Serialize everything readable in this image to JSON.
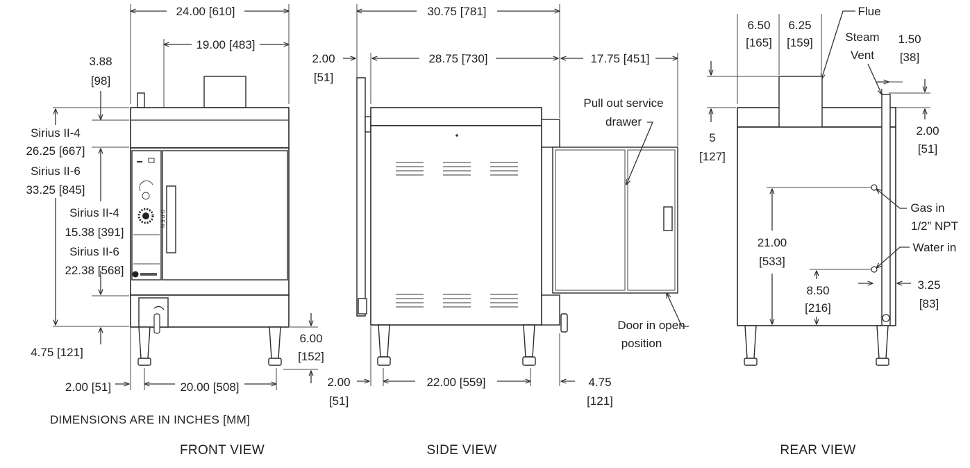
{
  "views": {
    "front": "FRONT VIEW",
    "side": "SIDE VIEW",
    "rear": "REAR VIEW"
  },
  "note": "DIMENSIONS ARE IN INCHES [MM]",
  "front": {
    "width_overall": "24.00 [610]",
    "width_upper": "19.00 [483]",
    "top_offset_a": "3.88",
    "top_offset_b": "[98]",
    "s4_height_label": "Sirius II-4",
    "s4_height_value": "26.25 [667]",
    "s6_height_label": "Sirius II-6",
    "s6_height_value": "33.25 [845]",
    "s4_door_label": "Sirius II-4",
    "s4_door_value": "15.38 [391]",
    "s6_door_label": "Sirius II-6",
    "s6_door_value": "22.38 [568]",
    "base_offset": "4.75 [121]",
    "leg_height_a": "6.00",
    "leg_height_b": "[152]",
    "side_offset": "2.00 [51]",
    "leg_spacing": "20.00 [508]",
    "door_handle_text": "OPEN"
  },
  "side": {
    "depth_overall": "30.75 [781]",
    "depth_body": "28.75 [730]",
    "drawer_ext": "17.75 [451]",
    "front_offset_a": "2.00",
    "front_offset_b": "[51]",
    "drawer_note_a": "Pull out service",
    "drawer_note_b": "drawer",
    "door_note_a": "Door in open",
    "door_note_b": "position",
    "bottom_left_a": "2.00",
    "bottom_left_b": "[51]",
    "leg_spacing": "22.00 [559]",
    "bottom_right_a": "4.75",
    "bottom_right_b": "[121]"
  },
  "rear": {
    "flue": "Flue",
    "flue_left_a": "6.50",
    "flue_left_b": "[165]",
    "flue_width_a": "6.25",
    "flue_width_b": "[159]",
    "steam_vent_a": "Steam",
    "steam_vent_b": "Vent",
    "vent_offset_a": "1.50",
    "vent_offset_b": "[38]",
    "flue_height_a": "5",
    "flue_height_b": "[127]",
    "vent_drop_a": "2.00",
    "vent_drop_b": "[51]",
    "gas_a": "Gas in",
    "gas_b": "1/2” NPT",
    "water": "Water in",
    "gas_height_a": "21.00",
    "gas_height_b": "[533]",
    "water_height_a": "8.50",
    "water_height_b": "[216]",
    "water_side_a": "3.25",
    "water_side_b": "[83]"
  }
}
